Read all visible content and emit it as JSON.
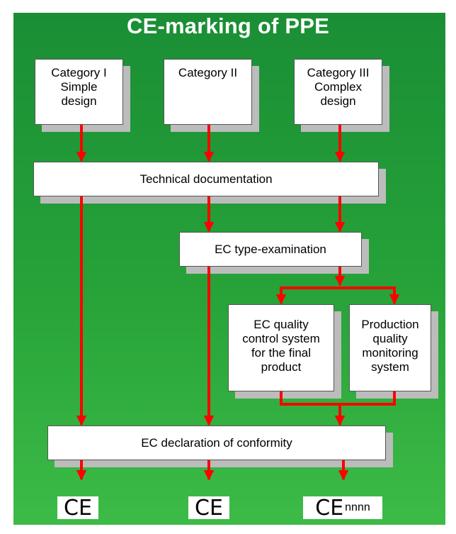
{
  "title": "CE-marking of PPE",
  "boxes": {
    "cat1": "Category I\nSimple\ndesign",
    "cat2": "Category II",
    "cat3": "Category III\nComplex\ndesign",
    "tech_doc": "Technical documentation",
    "type_exam": "EC type-examination",
    "quality_control": "EC quality\ncontrol system\nfor the final\nproduct",
    "production_monitoring": "Production\nquality\nmonitoring\nsystem",
    "declaration": "EC declaration of conformity"
  },
  "marks": {
    "ce1": "CE",
    "ce2": "CE",
    "ce3": "CE",
    "ce3_number": "nnnn"
  },
  "colors": {
    "background_top": "#1a8e35",
    "background_bottom": "#3dbb47",
    "arrow": "#ff0000",
    "box": "#ffffff",
    "shadow": "#bcbcbc"
  }
}
